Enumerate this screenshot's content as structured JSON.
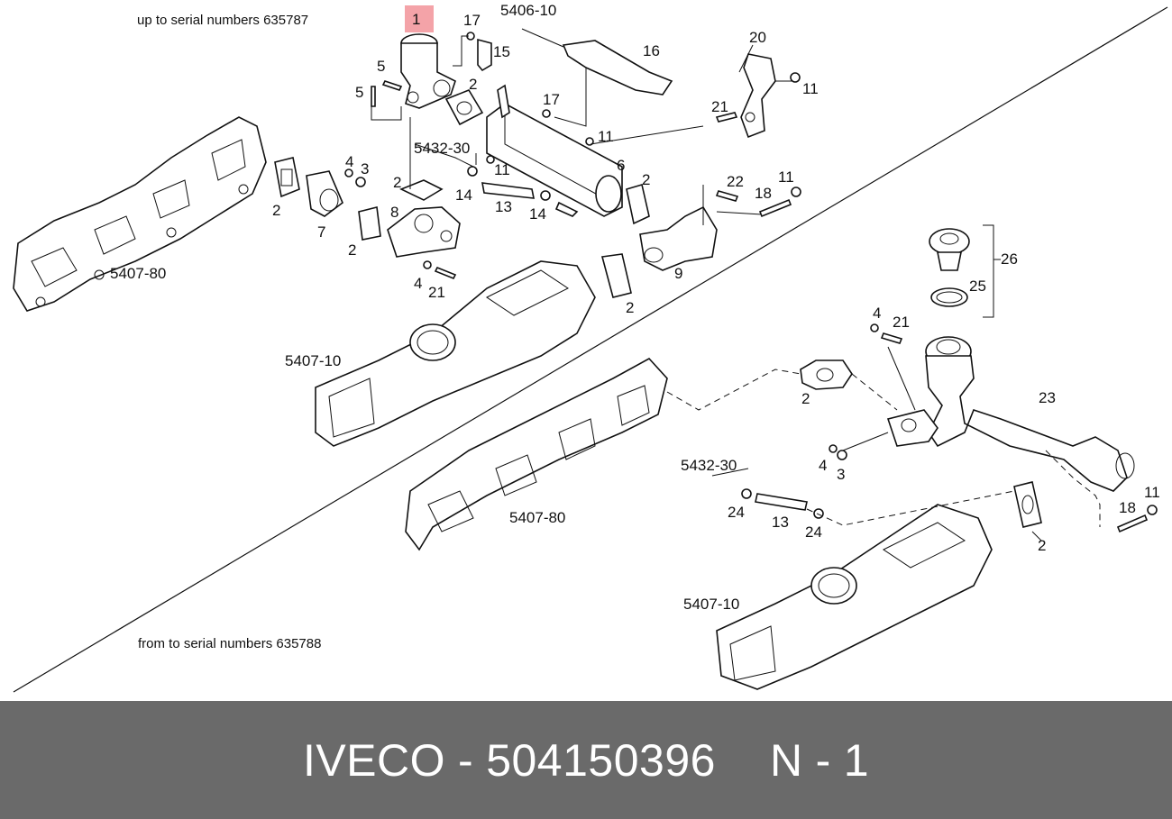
{
  "notes": {
    "top": "up to serial numbers 635787",
    "bottom": "from to serial numbers 635788"
  },
  "highlight_color": "#f4a3a8",
  "callouts": {
    "c1": "1",
    "c17a": "17",
    "c5406_10": "5406-10",
    "c15": "15",
    "c16": "16",
    "c20": "20",
    "c5a": "5",
    "c5b": "5",
    "c2a": "2",
    "c17b": "17",
    "c11a": "11",
    "c21a": "21",
    "c11b": "11",
    "c5432_30a": "5432-30",
    "c11c": "11",
    "c6": "6",
    "c4a": "4",
    "c3a": "3",
    "c2b": "2",
    "c14a": "14",
    "c13a": "13",
    "c14b": "14",
    "c2c": "2",
    "c22": "22",
    "c11d": "11",
    "c18a": "18",
    "c2d": "2",
    "c7": "7",
    "c8": "8",
    "c2e": "2",
    "c5407_80a": "5407-80",
    "c4b": "4",
    "c21b": "21",
    "c9": "9",
    "c2f": "2",
    "c26": "26",
    "c25": "25",
    "c4c": "4",
    "c21c": "21",
    "c5407_10a": "5407-10",
    "c23": "23",
    "c2g": "2",
    "c4d": "4",
    "c3b": "3",
    "c5432_30b": "5432-30",
    "c24a": "24",
    "c13b": "13",
    "c24b": "24",
    "c5407_80b": "5407-80",
    "c18b": "18",
    "c11e": "11",
    "c2h": "2",
    "c5407_10b": "5407-10"
  },
  "footer": {
    "brand": "IVECO",
    "sep": "-",
    "part_number": "504150396",
    "position_prefix": "N",
    "position_sep": "-",
    "position_number": "1"
  }
}
